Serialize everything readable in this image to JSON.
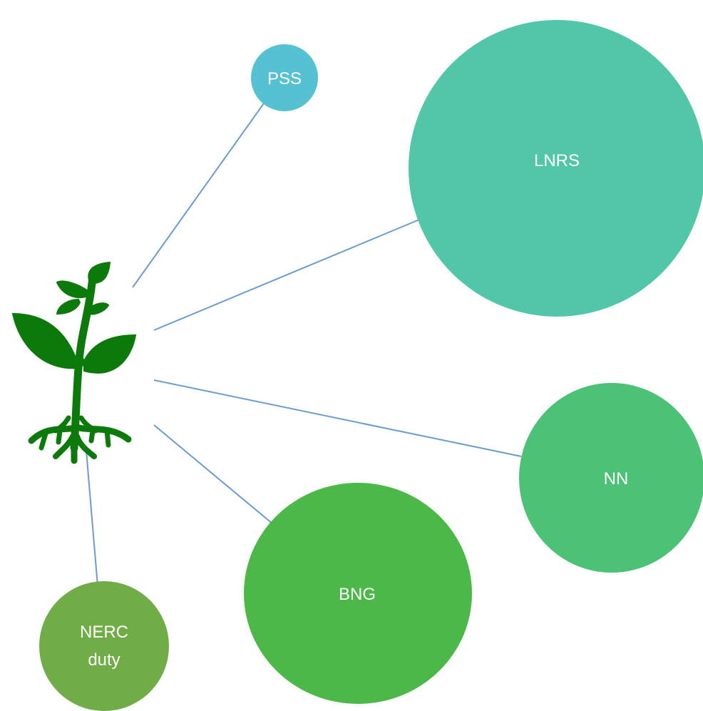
{
  "diagram": {
    "center_icon": "seedling-plant-icon",
    "colors": {
      "plant": "#0b7a0b",
      "link": "#6a9bd1",
      "label": "#ffffff"
    },
    "nodes": [
      {
        "id": "pss",
        "label": "PSS",
        "color": "#55c1d3"
      },
      {
        "id": "lnrs",
        "label": "LNRS",
        "color": "#52c6a8"
      },
      {
        "id": "nn",
        "label": "NN",
        "color": "#4cc276"
      },
      {
        "id": "bng",
        "label": "BNG",
        "color": "#4cb848"
      },
      {
        "id": "nerc",
        "label_line1": "NERC",
        "label_line2": "duty",
        "color": "#70ad47"
      }
    ]
  }
}
